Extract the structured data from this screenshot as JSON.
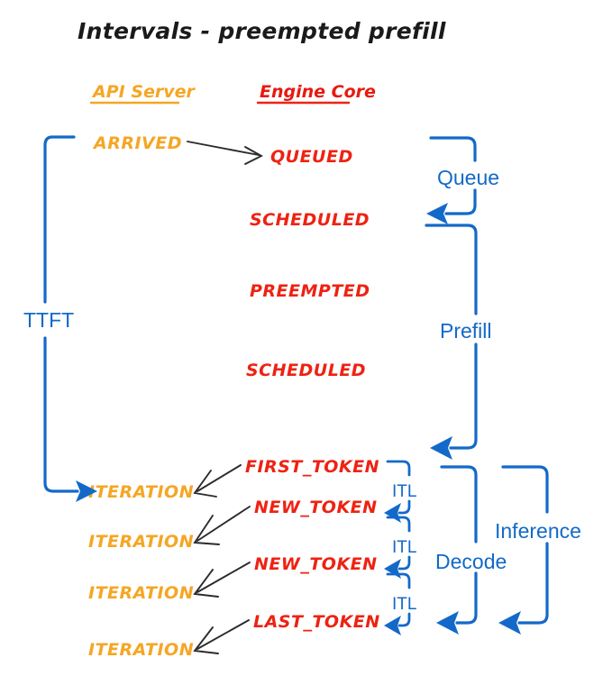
{
  "title": "Intervals - preempted prefill",
  "columns": {
    "api_server": "API Server",
    "engine_core": "Engine Core"
  },
  "colors": {
    "orange": "#F5A623",
    "red": "#EE2212",
    "blue": "#1369C9",
    "black": "#1a1a1a",
    "background": "#ffffff"
  },
  "api_events": [
    {
      "label": "ARRIVED"
    },
    {
      "label": "ITERATION"
    },
    {
      "label": "ITERATION"
    },
    {
      "label": "ITERATION"
    },
    {
      "label": "ITERATION"
    }
  ],
  "engine_events": [
    {
      "label": "QUEUED"
    },
    {
      "label": "SCHEDULED"
    },
    {
      "label": "PREEMPTED"
    },
    {
      "label": "SCHEDULED"
    },
    {
      "label": "FIRST_TOKEN"
    },
    {
      "label": "NEW_TOKEN"
    },
    {
      "label": "NEW_TOKEN"
    },
    {
      "label": "LAST_TOKEN"
    }
  ],
  "intervals": {
    "ttft": "TTFT",
    "queue": "Queue",
    "prefill": "Prefill",
    "decode": "Decode",
    "inference": "Inference",
    "itl": [
      "ITL",
      "ITL",
      "ITL"
    ]
  }
}
